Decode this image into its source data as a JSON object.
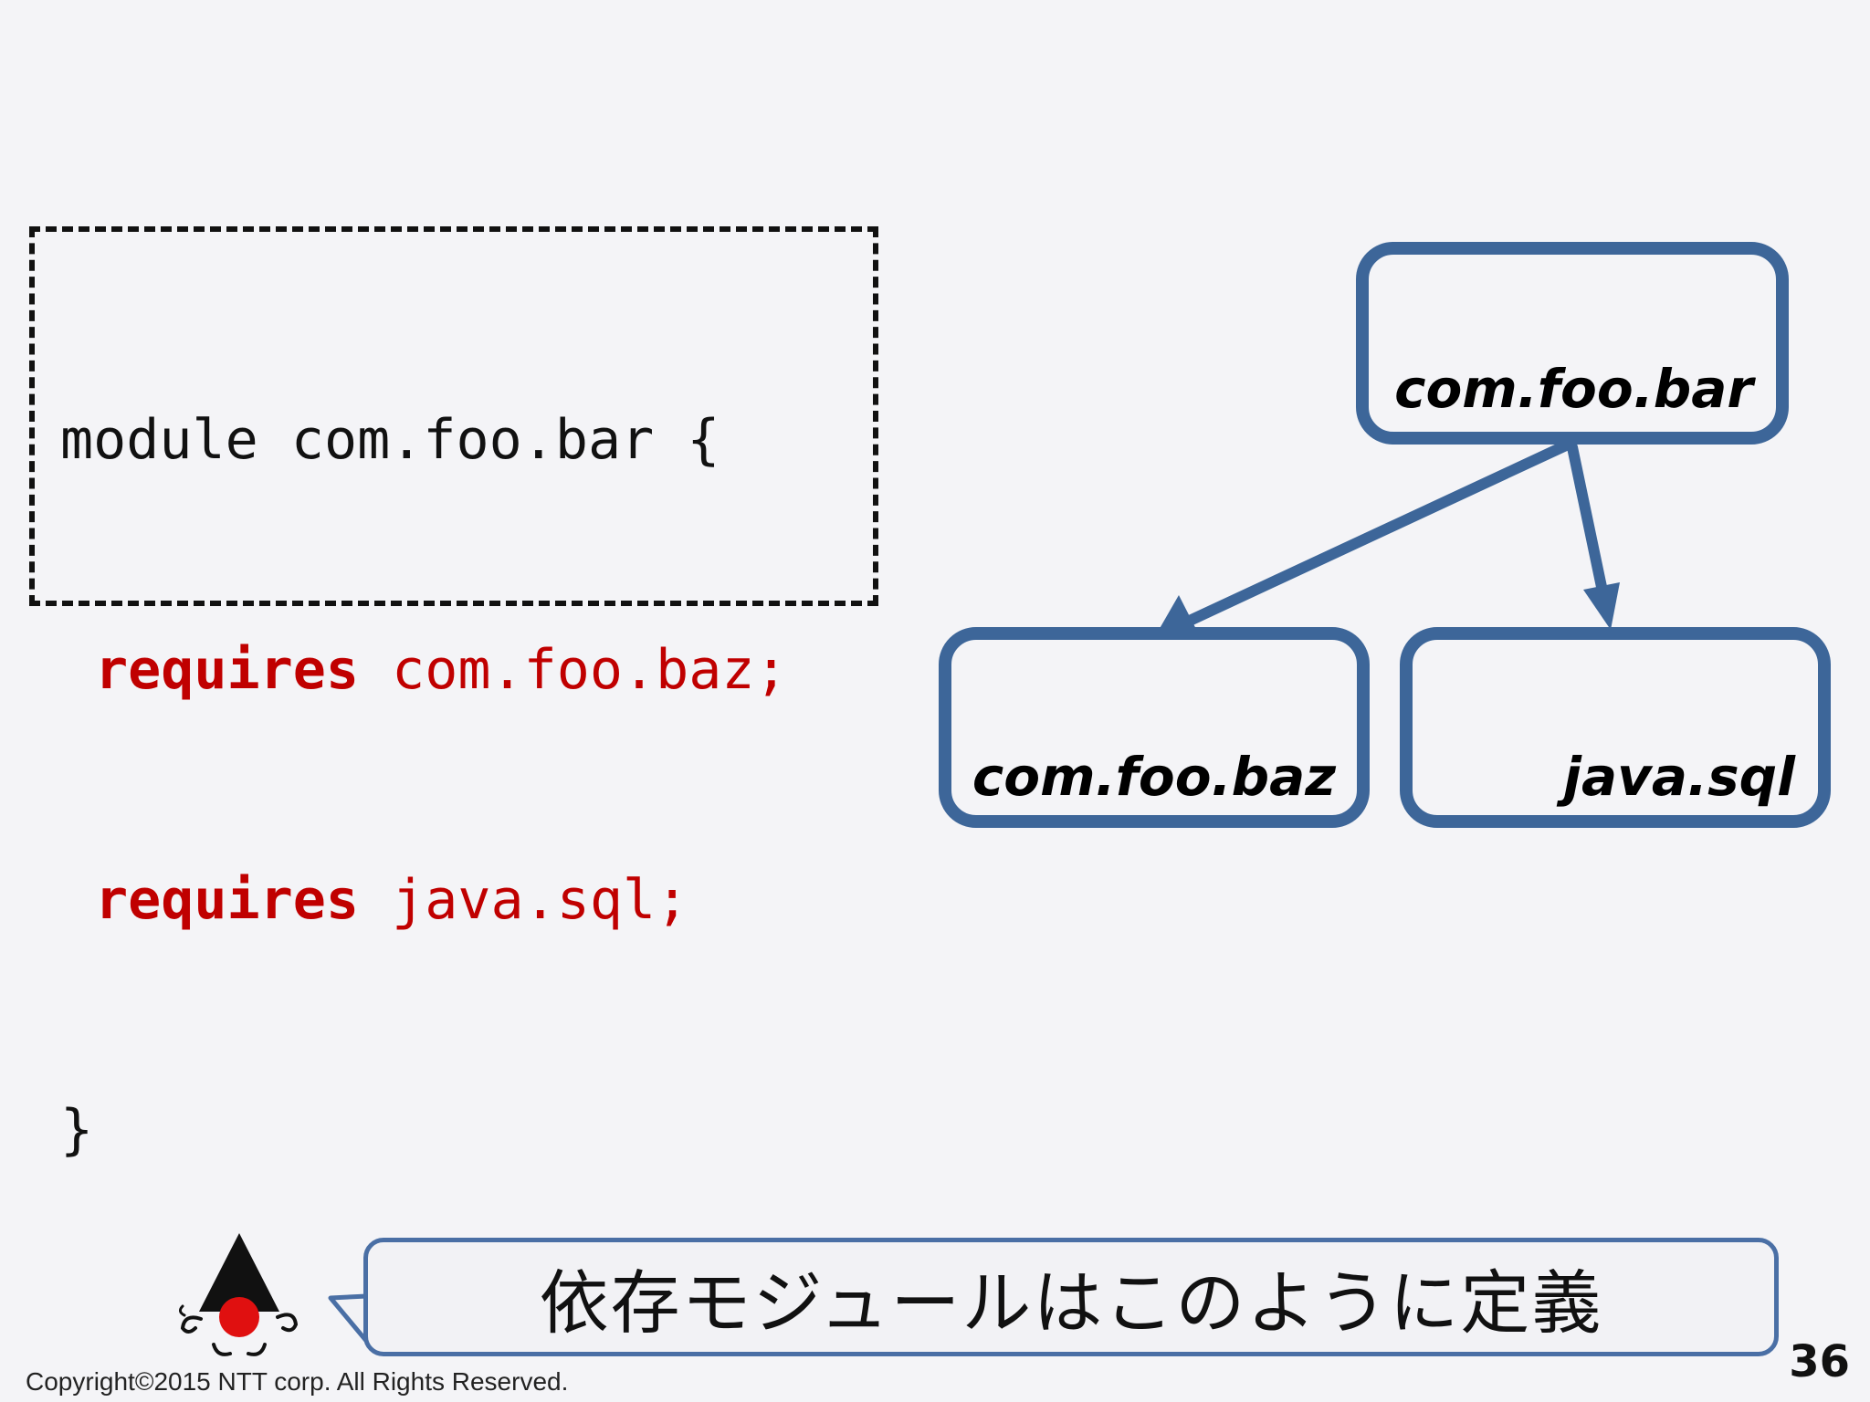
{
  "code": {
    "line1": "module com.foo.bar {",
    "requires_keyword": "requires",
    "requires1_target": "com.foo.baz;",
    "requires2_target": "java.sql;",
    "closing": "}"
  },
  "diagram": {
    "nodes": {
      "root": "com.foo.bar",
      "left": "com.foo.baz",
      "right": "java.sql"
    },
    "edges": [
      {
        "from": "com.foo.bar",
        "to": "com.foo.baz"
      },
      {
        "from": "com.foo.bar",
        "to": "java.sql"
      }
    ]
  },
  "speech_bubble": {
    "text": "依存モジュールはこのように定義"
  },
  "footer": {
    "copyright": "Copyright©2015  NTT corp. All Rights Reserved.",
    "page_number": "36"
  },
  "colors": {
    "node_border": "#3d6699",
    "code_keyword": "#c00000",
    "bubble_border": "#4a6fa5"
  },
  "icons": {
    "mascot": "duke-onigiri-mascot-icon",
    "speech_tail": "speech-bubble-tail-icon"
  }
}
